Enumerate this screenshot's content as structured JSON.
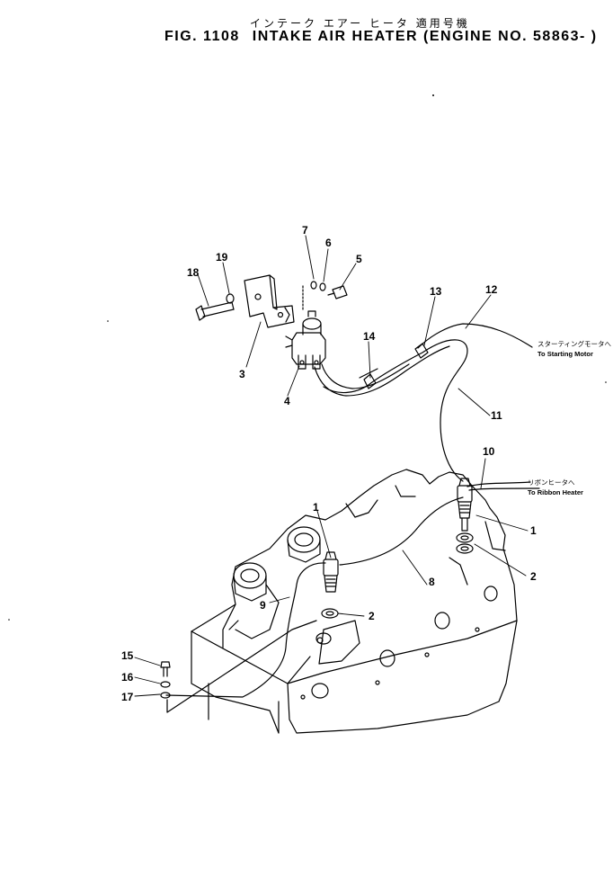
{
  "header": {
    "title_jp": "インテーク エアー ヒータ 適用号機",
    "fig_label": "FIG. 1108",
    "title_en": "INTAKE AIR HEATER (ENGINE NO. 58863- )"
  },
  "destinations": {
    "starting_motor_jp": "スターティングモータへ",
    "starting_motor_en": "To Starting Motor",
    "ribbon_heater_jp": "リボンヒータへ",
    "ribbon_heater_en": "To Ribbon Heater"
  },
  "callouts": [
    "1",
    "1",
    "2",
    "2",
    "3",
    "4",
    "5",
    "6",
    "7",
    "8",
    "9",
    "10",
    "11",
    "12",
    "13",
    "14",
    "15",
    "16",
    "17",
    "18",
    "19"
  ]
}
